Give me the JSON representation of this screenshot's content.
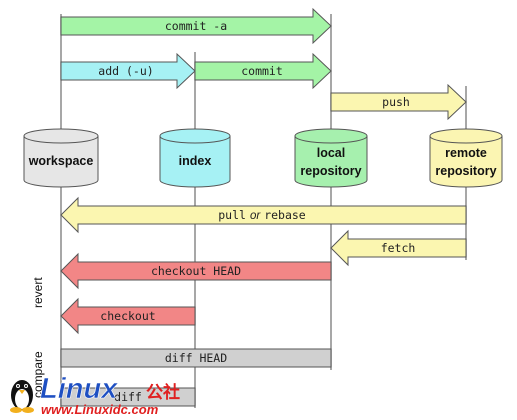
{
  "diagram": {
    "nodes": [
      {
        "id": "workspace",
        "label_lines": [
          "workspace"
        ],
        "color": "#e6e6e6"
      },
      {
        "id": "index",
        "label_lines": [
          "index"
        ],
        "color": "#a6f1f4"
      },
      {
        "id": "local",
        "label_lines": [
          "local",
          "repository"
        ],
        "color": "#a6f0ae"
      },
      {
        "id": "remote",
        "label_lines": [
          "remote",
          "repository"
        ],
        "color": "#fbf5b2"
      }
    ],
    "arrows": [
      {
        "id": "commit-a",
        "label": "commit -a",
        "from": "workspace",
        "to": "local",
        "color": "#a4f4a6"
      },
      {
        "id": "add-u",
        "label": "add (-u)",
        "from": "workspace",
        "to": "index",
        "color": "#a6f1f4"
      },
      {
        "id": "commit",
        "label": "commit",
        "from": "index",
        "to": "local",
        "color": "#a4f4a6"
      },
      {
        "id": "push",
        "label": "push",
        "from": "local",
        "to": "remote",
        "color": "#fbf6b0"
      },
      {
        "id": "pull-rebase",
        "label_parts": [
          "pull",
          "or",
          "rebase"
        ],
        "from": "remote",
        "to": "workspace",
        "color": "#fbf6b0"
      },
      {
        "id": "fetch",
        "label": "fetch",
        "from": "remote",
        "to": "local",
        "color": "#fbf6b0"
      },
      {
        "id": "checkout-head",
        "label": "checkout HEAD",
        "from": "local",
        "to": "workspace",
        "color": "#f28686"
      },
      {
        "id": "checkout",
        "label": "checkout",
        "from": "index",
        "to": "workspace",
        "color": "#f28686"
      }
    ],
    "compare_bars": [
      {
        "id": "diff-head",
        "label": "diff HEAD",
        "from": "workspace",
        "to": "local",
        "color": "#d0d0d0"
      },
      {
        "id": "diff",
        "label": "diff",
        "from": "workspace",
        "to": "index",
        "color": "#d0d0d0"
      }
    ],
    "side_labels": {
      "revert": "revert",
      "compare": "compare"
    }
  },
  "watermark": {
    "brand": "Linux",
    "brand_suffix": "公社",
    "url": "www.Linuxidc.com",
    "brand_color": "#1e4fc2",
    "url_color": "#e02020"
  }
}
